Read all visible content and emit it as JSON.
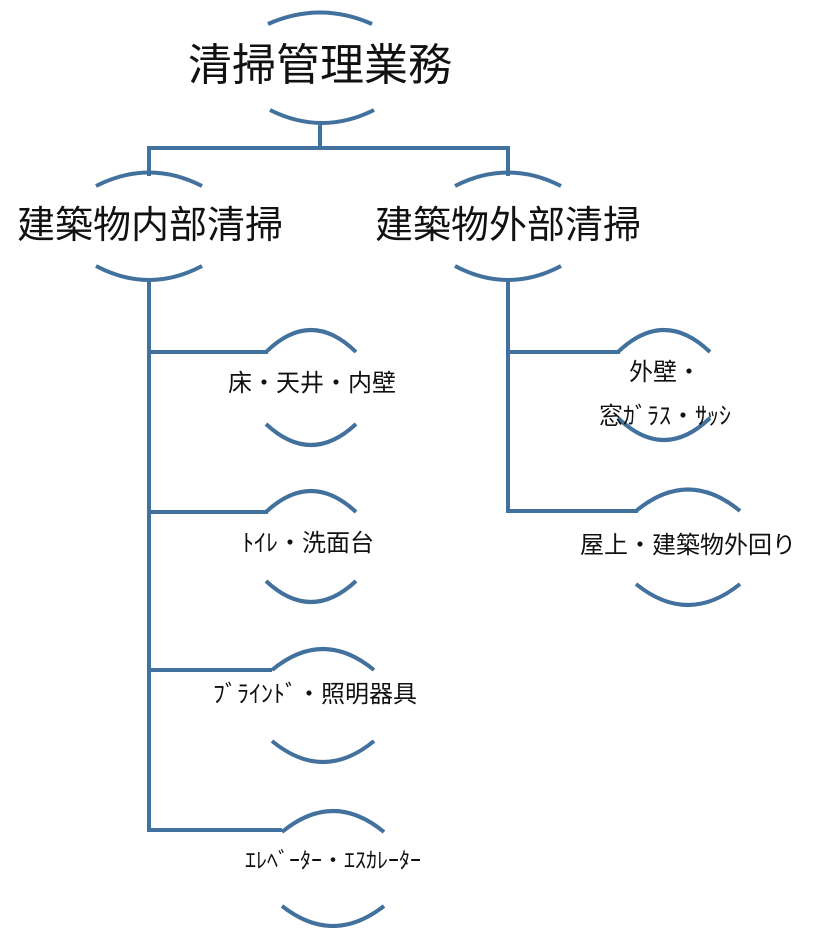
{
  "diagram": {
    "line_color": "#41719c",
    "root": {
      "label": "清掃管理業務"
    },
    "branches": [
      {
        "label": "建築物内部清掃",
        "leaves": [
          {
            "label": "床・天井・内壁"
          },
          {
            "label": "ﾄｲﾚ・洗面台"
          },
          {
            "label": "ﾌﾞﾗｲﾝﾄﾞ・照明器具"
          },
          {
            "label": "ｴﾚﾍﾞｰﾀｰ・ｴｽｶﾚｰﾀｰ"
          }
        ]
      },
      {
        "label": "建築物外部清掃",
        "leaves": [
          {
            "label": "外壁・\n窓ｶﾞﾗｽ・ｻｯｼ"
          },
          {
            "label": "屋上・建築物外回り"
          }
        ]
      }
    ]
  }
}
